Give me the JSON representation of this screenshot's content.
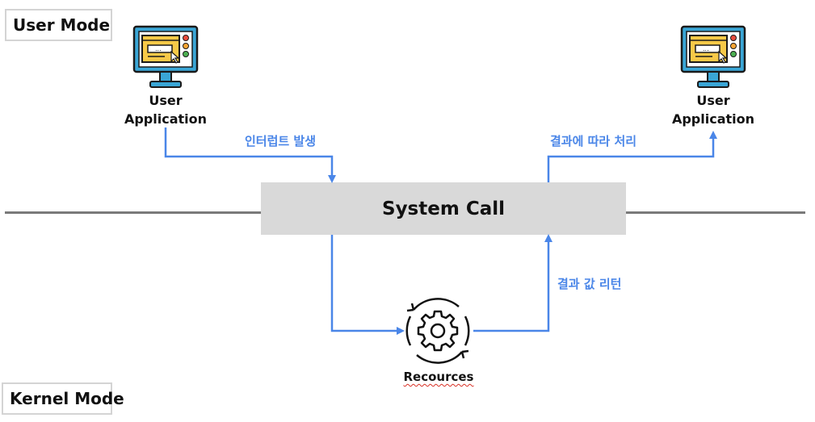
{
  "modes": {
    "user": "User Mode",
    "kernel": "Kernel Mode"
  },
  "system_call": {
    "label": "System Call"
  },
  "apps": {
    "left": {
      "line1": "User",
      "line2": "Application",
      "icon": "computer-app-icon"
    },
    "right": {
      "line1": "User",
      "line2": "Application",
      "icon": "computer-app-icon"
    }
  },
  "flows": {
    "interrupt": "인터럽트 발생",
    "handle_result": "결과에 따라 처리",
    "return_result": "결과 값 리턴"
  },
  "resources": {
    "label": "Recources",
    "icon": "gear-cycle-icon"
  },
  "colors": {
    "arrow": "#4a86e8",
    "system_call_fill": "#d9d9d9",
    "divider": "#7a7a7a",
    "monitor_frame": "#3aa6d6",
    "window_fill": "#f7c948"
  }
}
